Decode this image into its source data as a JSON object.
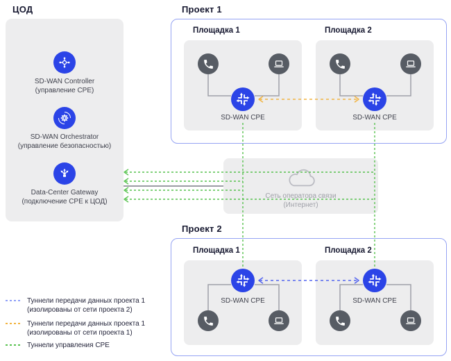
{
  "datacenter": {
    "title": "ЦОД",
    "nodes": [
      {
        "label": "SD-WAN Controller",
        "sublabel": "(управление CPE)",
        "icon": "controller-icon"
      },
      {
        "label": "SD-WAN Orchestrator",
        "sublabel": "(управление безопасностью)",
        "icon": "orchestrator-icon"
      },
      {
        "label": "Data-Center Gateway",
        "sublabel": "(подключение CPE к ЦОД)",
        "icon": "gateway-icon"
      }
    ]
  },
  "projects": [
    {
      "title": "Проект 1",
      "sites": [
        {
          "title": "Площадка 1",
          "cpe": "SD-WAN CPE",
          "devices": [
            "phone-icon",
            "laptop-icon"
          ]
        },
        {
          "title": "Площадка 2",
          "cpe": "SD-WAN CPE",
          "devices": [
            "phone-icon",
            "laptop-icon"
          ]
        }
      ]
    },
    {
      "title": "Проект 2",
      "sites": [
        {
          "title": "Площадка 1",
          "cpe": "SD-WAN CPE",
          "devices": [
            "phone-icon",
            "laptop-icon"
          ]
        },
        {
          "title": "Площадка 2",
          "cpe": "SD-WAN CPE",
          "devices": [
            "phone-icon",
            "laptop-icon"
          ]
        }
      ]
    }
  ],
  "operator_network": {
    "line1": "Сеть оператора связи",
    "line2": "(Интернет)",
    "icon": "cloud-icon"
  },
  "legend": [
    {
      "swatch": "#8fa0f8",
      "style": "dashed",
      "line1": "Туннели передачи данных проекта 1",
      "line2": "(изолированы от сети проекта 2)"
    },
    {
      "swatch": "#f2b441",
      "style": "dashed",
      "line1": "Туннели передачи данных проекта 1",
      "line2": "(изолированы от сети проекта 1)"
    },
    {
      "swatch": "#57c24e",
      "style": "dashed",
      "line1": "Туннели управления CPE",
      "line2": ""
    }
  ],
  "colors": {
    "cpe_node": "#2b44e7",
    "device_node": "#575c64",
    "panel_bg": "#ededee",
    "project_border": "#95a3f3",
    "mgmt_tunnel_green": "#57c24e",
    "project1_data_tunnel_orange": "#f2b441",
    "project2_data_tunnel_blue": "#5566ef",
    "uplink_gray": "#9b9ca4"
  }
}
